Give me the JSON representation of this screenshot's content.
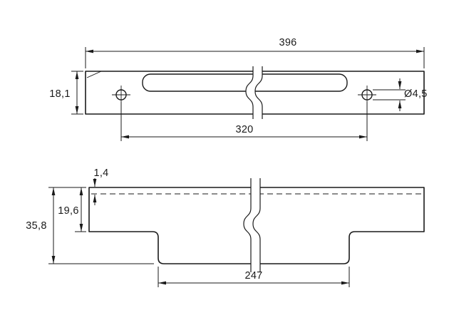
{
  "drawing": {
    "top_view": {
      "overall_length": "396",
      "profile_height": "18,1",
      "hole_diameter": "Ø4,5",
      "hole_spacing": "320"
    },
    "section_view": {
      "material_thickness": "1,4",
      "upper_depth": "19,6",
      "total_depth": "35,8",
      "base_width": "247"
    },
    "line_color": "#1a1a1a",
    "background_color": "#ffffff"
  }
}
